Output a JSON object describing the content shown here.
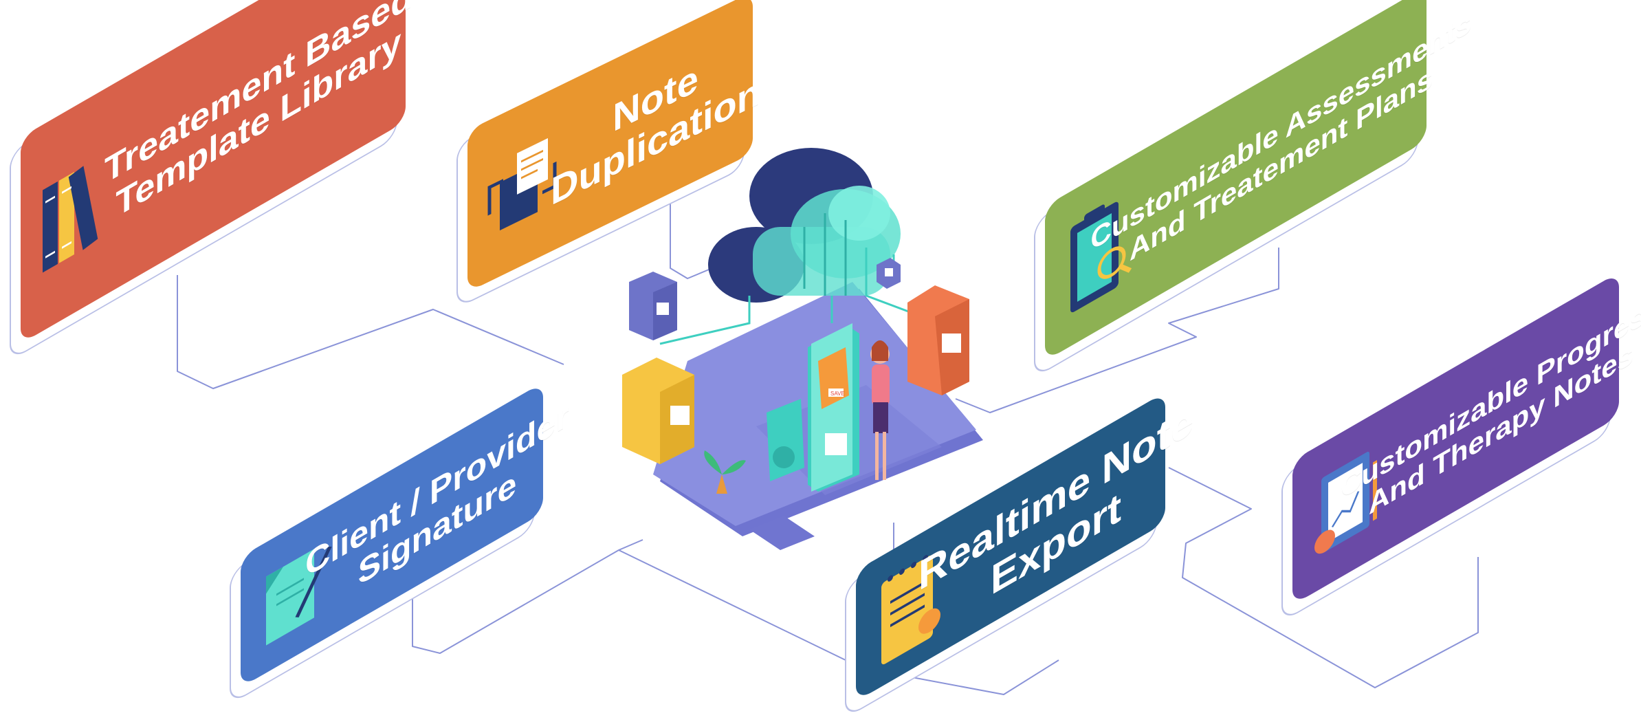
{
  "features": {
    "template_library": {
      "line1": "Treatement Based",
      "line2": "Template Library",
      "color": "#d8614a"
    },
    "note_duplication": {
      "line1": "Note",
      "line2": "Duplication",
      "color": "#e9962e"
    },
    "assessments": {
      "line1": "Customizable Assessments",
      "line2": "And Treatement Plans",
      "color": "#8db153"
    },
    "signature": {
      "line1": "Client / Provider",
      "line2": "Signature",
      "color": "#4a78c9"
    },
    "export": {
      "line1": "Realtime Note",
      "line2": "Export",
      "color": "#235a85"
    },
    "progress_notes": {
      "line1": "Customizable Progress",
      "line2": "And  Therapy Notes",
      "color": "#6a4aa6"
    }
  },
  "hub": {
    "save_tag": "SAVE",
    "colors": {
      "platform": "#8a8fe0",
      "cloud_dark": "#2c3a7c",
      "cloud_light": "#5fe0cf",
      "server_orange": "#f07a4e",
      "server_yellow": "#f6c542",
      "server_purple": "#6e74c9"
    }
  },
  "connector_color": "#8a93d8"
}
